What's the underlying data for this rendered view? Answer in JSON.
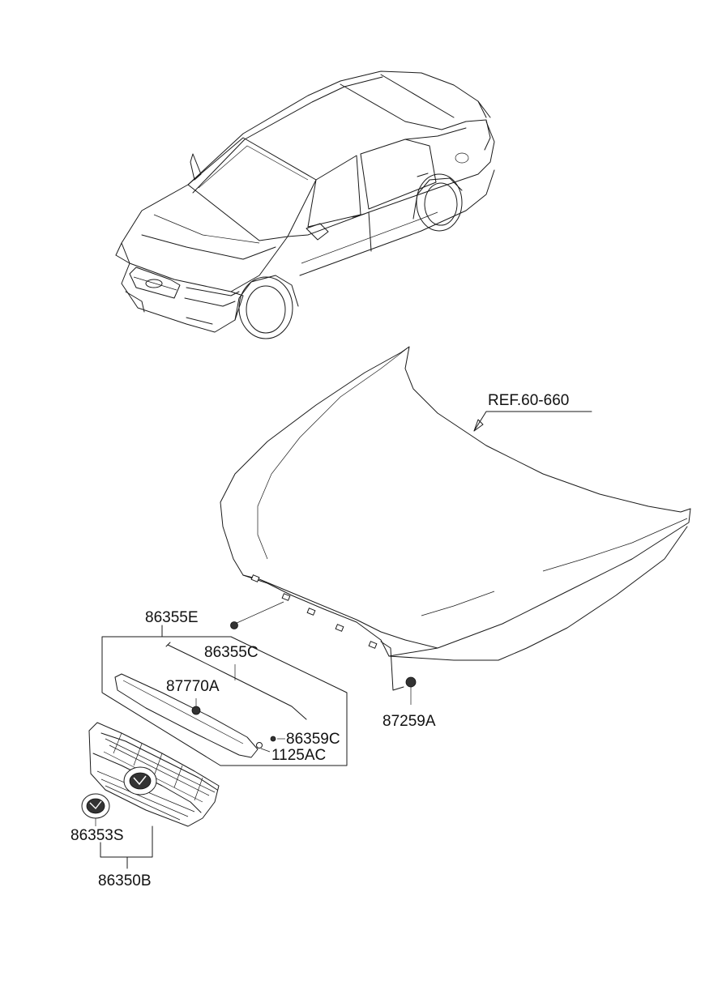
{
  "labels": {
    "ref": "REF.60-660",
    "p86355E": "86355E",
    "p86355C": "86355C",
    "p87770A": "87770A",
    "p86359C": "86359C",
    "p1125AC": "1125AC",
    "p87259A": "87259A",
    "p86353S": "86353S",
    "p86350B": "86350B"
  },
  "colors": {
    "line": "#1a1a1a",
    "background": "#ffffff"
  }
}
